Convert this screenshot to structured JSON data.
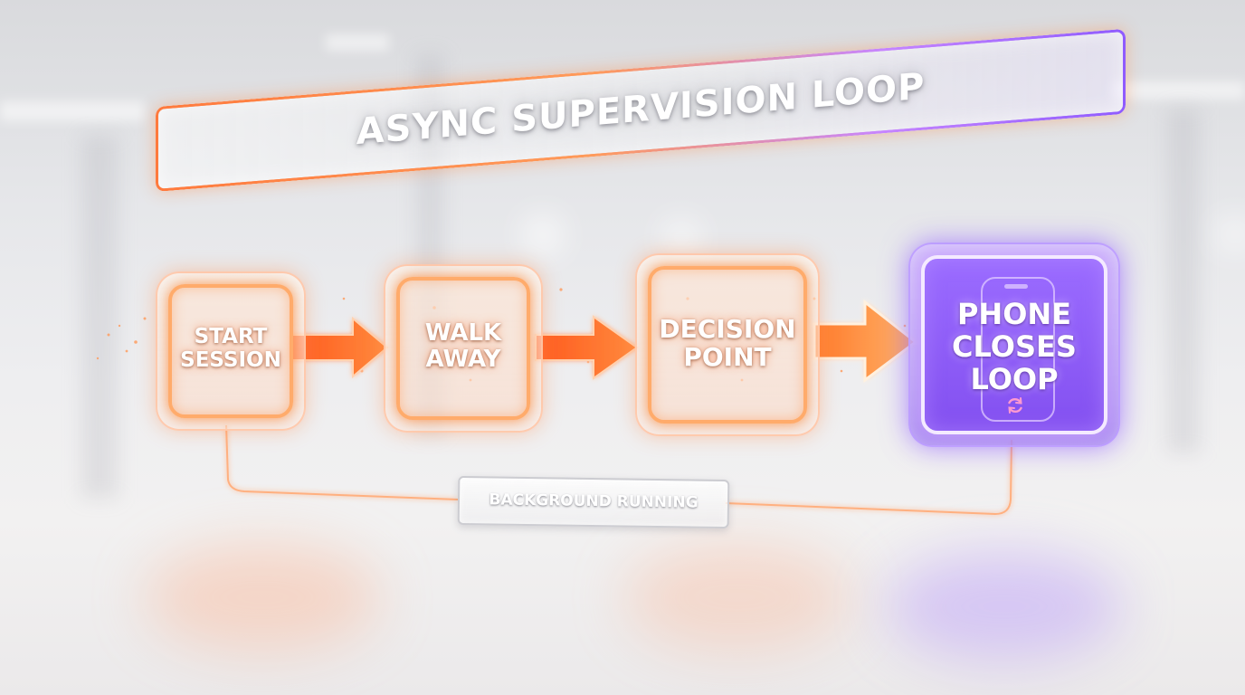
{
  "diagram": {
    "title": "ASYNC SUPERVISION LOOP",
    "steps": [
      {
        "id": "start",
        "line1": "START",
        "line2": "SESSION"
      },
      {
        "id": "walk",
        "line1": "WALK",
        "line2": "AWAY"
      },
      {
        "id": "decision",
        "line1": "DECISION",
        "line2": "POINT"
      },
      {
        "id": "phone",
        "line1": "PHONE",
        "line2": "CLOSES",
        "line3": "LOOP",
        "icon": "phone-refresh-icon"
      }
    ],
    "background_label": "BACKGROUND RUNNING"
  },
  "colors": {
    "orange": "#ff7a3d",
    "purple": "#8f5bff",
    "glow": "#ffab6b"
  }
}
